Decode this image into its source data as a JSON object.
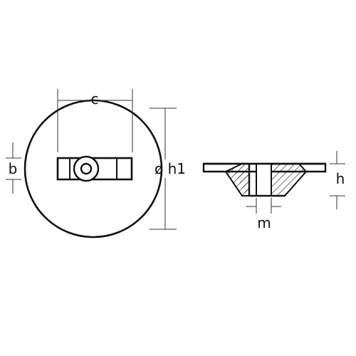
{
  "labels": {
    "c": "c",
    "b": "b",
    "h1": "ø h1",
    "h": "h",
    "m": "m"
  },
  "colors": {
    "line": "#111111",
    "dim_line": "#333333",
    "fill": "#ffffff"
  }
}
